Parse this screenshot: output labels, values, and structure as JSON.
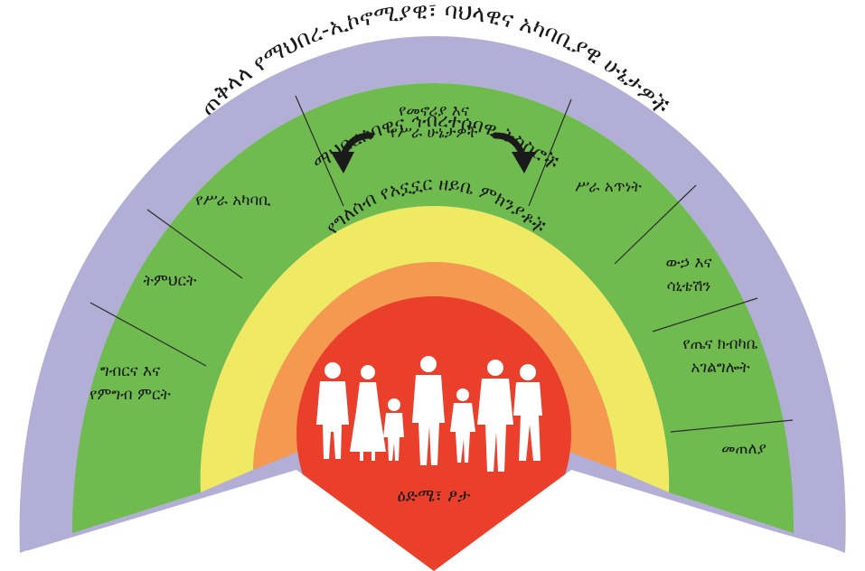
{
  "colors": {
    "outer_ring": "#b2aed6",
    "sector_green": "#6fbb4f",
    "yellow_ring": "#efe963",
    "orange_ring": "#f4994f",
    "core_red": "#e93f2b",
    "silhouette": "#ffffff",
    "text": "#1a1a1a",
    "sector_lines": "#2b2b2b"
  },
  "layers": {
    "general_conditions": "ጠቅላላ የማህበረ-ኢኮኖሚያዊ፣ ባህላዊና አካባቢያዊ ሁኔታዎች",
    "social_networks": "ማህበረሰባዊና ኅብረተሰባዊ ትስስሮች",
    "lifestyle_factors": "የግለሰብ የአኗኗር ዘይቤ ምክንያቶች",
    "core": "ዕድሜ፣ ፆታ"
  },
  "sectors": {
    "living_working_line1": "የመኖሪያ እና",
    "living_working_line2": "የሥራ ሁኔታዎች",
    "work_environment": "የሥራ አካባቢ",
    "education": "ትምህርት",
    "agriculture_line1": "ግብርና እና",
    "agriculture_line2": "የምግብ ምርት",
    "unemployment": "ሥራ አጥነት",
    "water_line1": "ውኃ እና",
    "water_line2": "ሳኒቴሽን",
    "health_line1": "የጤና ክብካቤ",
    "health_line2": "አገልግሎት",
    "housing": "መጠለያ"
  },
  "icons": {
    "left_arrow": "curved-arrow-left-icon",
    "right_arrow": "curved-arrow-right-icon",
    "people": "family-silhouette-icon"
  }
}
